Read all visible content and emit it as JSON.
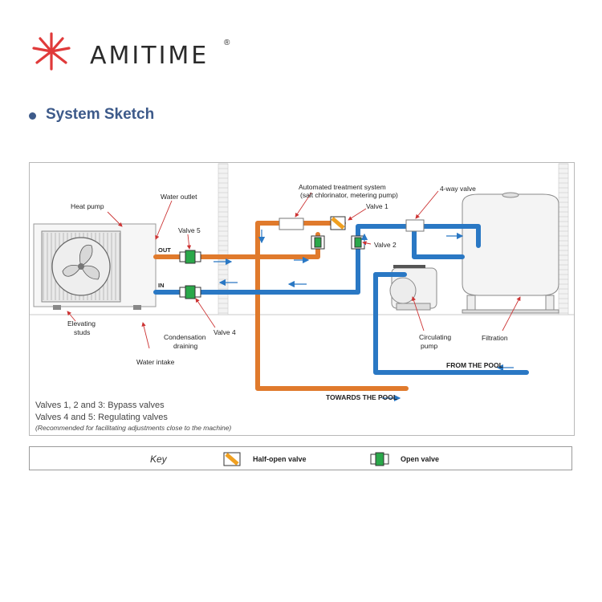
{
  "brand": {
    "name": "AMITIME",
    "registered": "®",
    "color_red": "#e03a3a"
  },
  "section": {
    "title": "System Sketch"
  },
  "diagram": {
    "labels": {
      "heat_pump": "Heat pump",
      "water_outlet": "Water outlet",
      "valve5": "Valve 5",
      "out_tag": "OUT",
      "in_tag": "IN",
      "elevating_studs": "Elevating\nstuds",
      "condensation": "Condensation\ndraining",
      "valve4": "Valve 4",
      "water_intake": "Water intake",
      "treatment_line1": "Automated treatment system",
      "treatment_line2": "(salt chlorinator, metering pump)",
      "valve1": "Valve 1",
      "valve2": "Valve 2",
      "four_way": "4-way valve",
      "circulating": "Circulating\npump",
      "filtration": "Filtration",
      "from_pool": "FROM THE POOL",
      "towards_pool": "TOWARDS THE POOL"
    },
    "notes": {
      "line1": "Valves 1, 2 and 3: Bypass valves",
      "line2": "Valves 4 and 5: Regulating valves",
      "line3": "(Recommended for facilitating adjustments close to the machine)"
    },
    "colors": {
      "hot_pipe": "#e07a2c",
      "cold_pipe": "#2a78c4",
      "valve_green": "#2aa84a",
      "valve_orange": "#f0a020",
      "label_arrow": "#cc3333"
    }
  },
  "key": {
    "title": "Key",
    "half_open": "Half-open valve",
    "open": "Open valve"
  }
}
